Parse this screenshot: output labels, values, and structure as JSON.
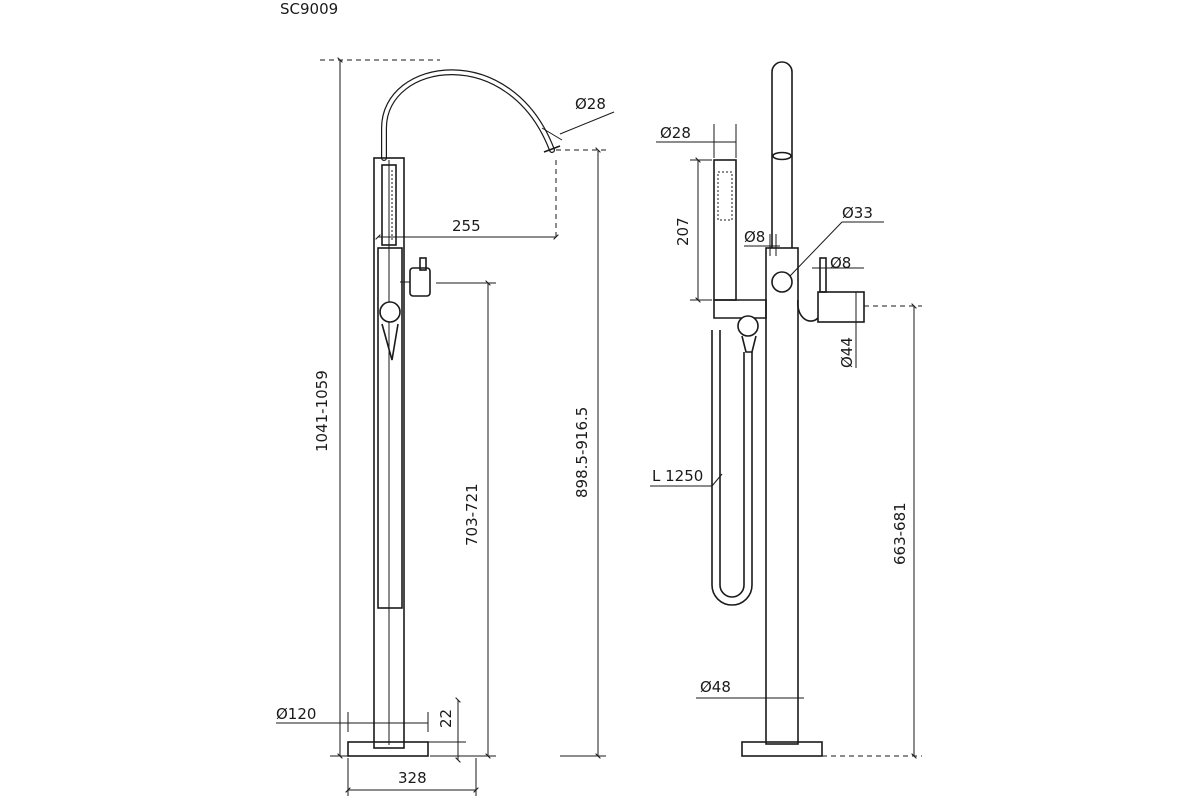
{
  "title": "SC9009",
  "dims": {
    "spout_dia": "Ø28",
    "reach": "255",
    "total_height": "1041-1059",
    "handle_height": "703-721",
    "spout_height": "898.5-916.5",
    "base_dia": "Ø120",
    "base_thickness": "22",
    "footprint": "328",
    "hand_shower_dia": "Ø28",
    "hand_shower_len": "207",
    "holder_dia": "Ø8",
    "body_dia": "Ø33",
    "lever_dia": "Ø8",
    "mixer_dia": "Ø44",
    "hose_len": "L 1250",
    "column_dia": "Ø48",
    "mixer_height": "663-681"
  }
}
